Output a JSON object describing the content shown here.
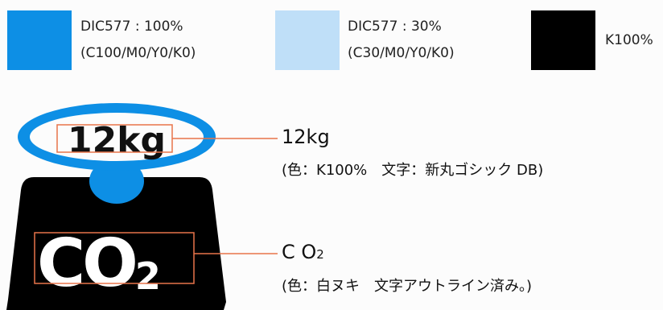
{
  "colors": {
    "cyan_100": "#0d8fe5",
    "cyan_30": "#bfdff8",
    "black": "#000000",
    "outline_box": "#e8744a",
    "background": "#fcfcfc"
  },
  "swatches": [
    {
      "line1": "DIC577 : 100%",
      "line2": "(C100/M0/Y0/K0)"
    },
    {
      "line1": "DIC577 : 30%",
      "line2": "(C30/M0/Y0/K0)"
    },
    {
      "line1": "K100%"
    }
  ],
  "diagram": {
    "weight_text": "12kg",
    "co2_main": "CO",
    "co2_sub": "2"
  },
  "annotations": {
    "weight": {
      "title": "12kg",
      "note": "(色：K100%　文字：新丸ゴシック DB)"
    },
    "co2": {
      "title_main": "C O",
      "title_sub": "2",
      "note": "(色：白ヌキ　文字アウトライン済み。)"
    }
  }
}
